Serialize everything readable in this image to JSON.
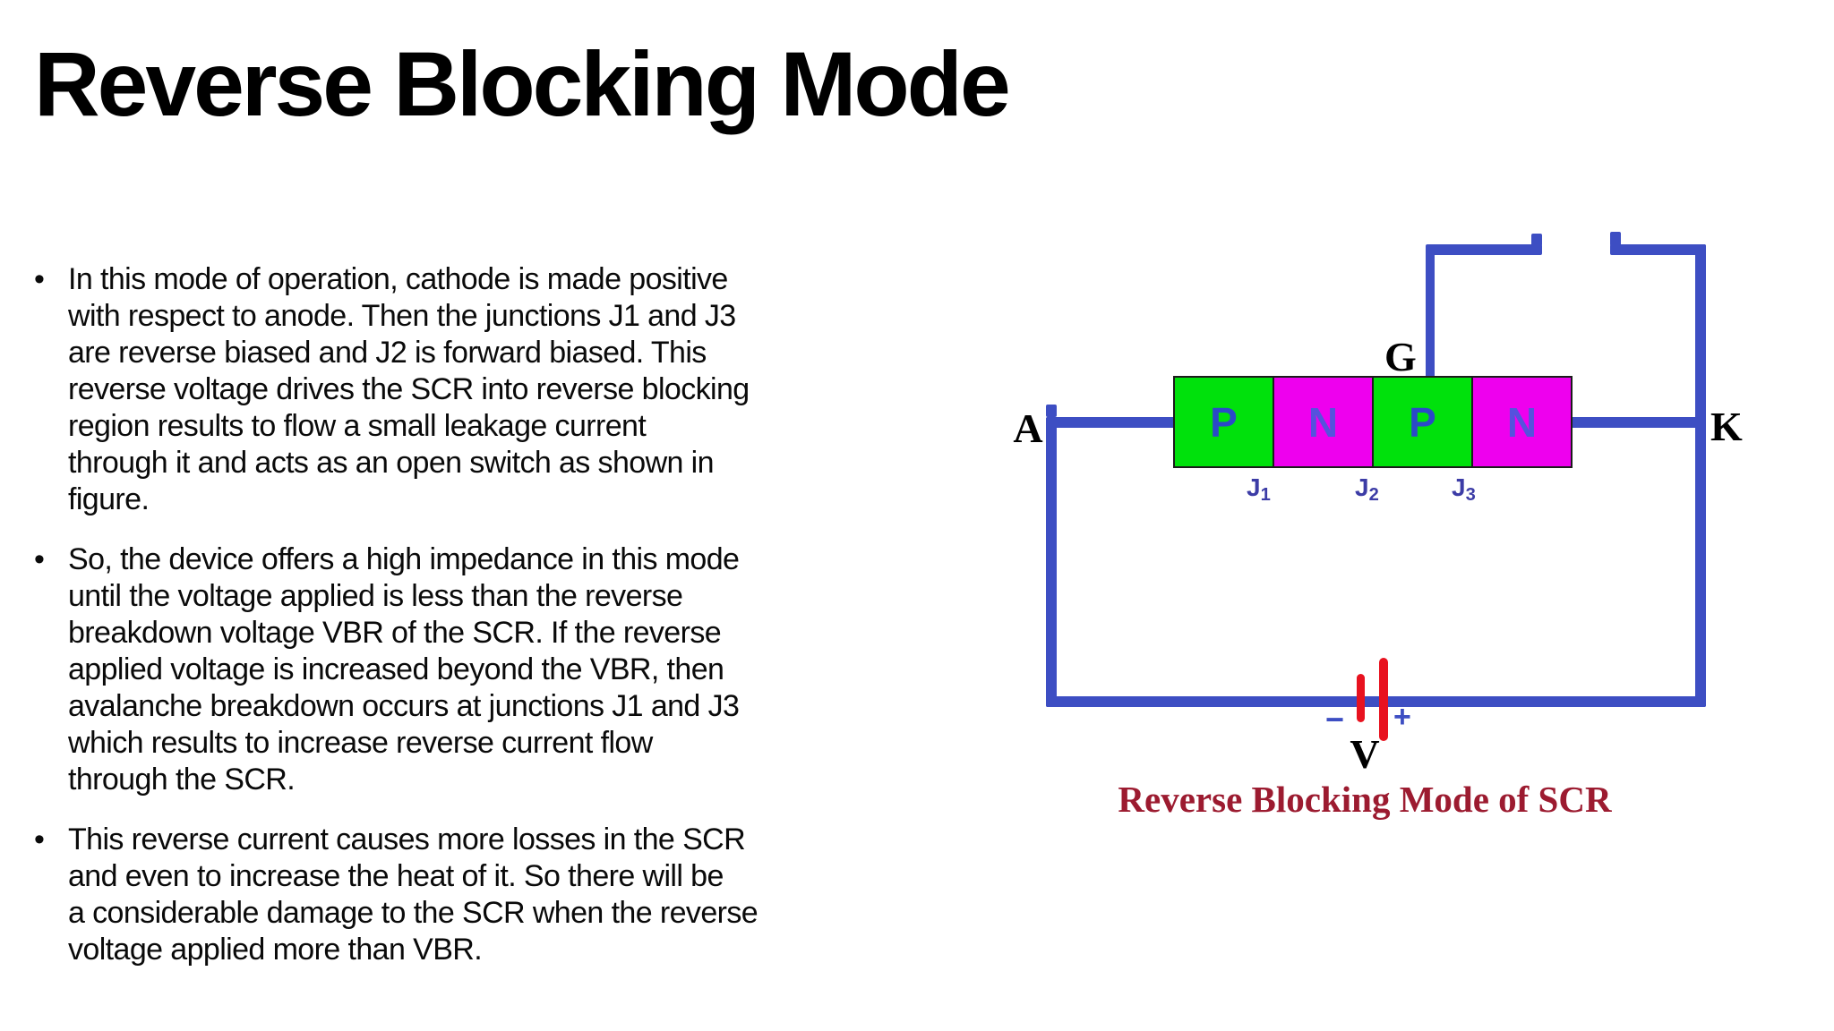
{
  "slide": {
    "title": "Reverse Blocking Mode",
    "bullet_glyph": "•",
    "bullets": [
      {
        "lines": [
          "In this mode of operation, cathode is made positive",
          "with respect to anode. Then the junctions J1 and J3",
          "are reverse biased and J2 is forward biased. This",
          "reverse voltage drives the SCR into reverse blocking",
          "region results to flow a small leakage current",
          "through it and acts as an open switch as shown in",
          "figure."
        ]
      },
      {
        "lines": [
          "So, the device offers a high impedance in this mode",
          "until the voltage applied is less than the reverse",
          "breakdown voltage VBR of the SCR. If the reverse",
          "applied voltage is increased beyond the VBR, then",
          "avalanche breakdown occurs at junctions J1 and J3",
          "which results to increase reverse current flow",
          "through the SCR."
        ]
      },
      {
        "lines": [
          "This reverse current causes more losses in the SCR",
          "and even to increase the heat of it. So there will be",
          "a considerable damage to the SCR when the reverse",
          "voltage applied more than VBR."
        ]
      }
    ]
  },
  "diagram": {
    "caption": "Reverse Blocking Mode of SCR",
    "terminals": {
      "anode": "A",
      "cathode": "K",
      "gate": "G"
    },
    "source_label": "V",
    "polarity": {
      "minus": "−",
      "plus": "+"
    },
    "layers": [
      {
        "label": "P",
        "type": "p"
      },
      {
        "label": "N",
        "type": "n"
      },
      {
        "label": "P",
        "type": "p"
      },
      {
        "label": "N",
        "type": "n"
      }
    ],
    "junctions": [
      {
        "base": "J",
        "sub": "1"
      },
      {
        "base": "J",
        "sub": "2"
      },
      {
        "base": "J",
        "sub": "3"
      }
    ],
    "colors": {
      "wire": "#3d4ec3",
      "p_block": "#00e10c",
      "n_block": "#ee00ee",
      "p_letter": "#2b49c8",
      "n_letter": "#5552dd",
      "battery": "#e8121f",
      "caption": "#9c1b30",
      "junction_label": "#3c3ca6"
    }
  }
}
